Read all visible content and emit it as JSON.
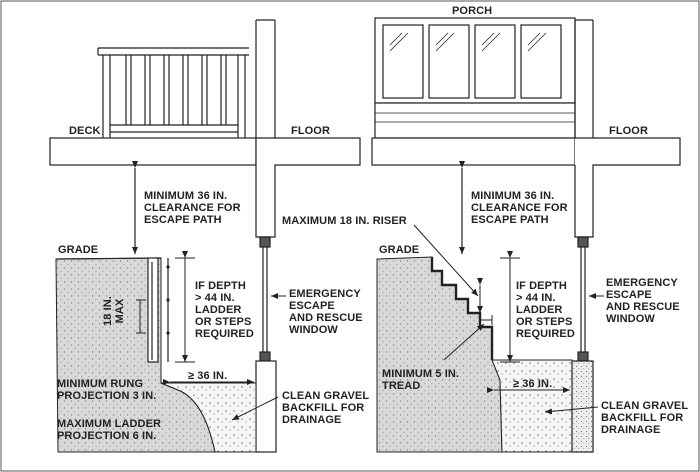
{
  "labels": {
    "porch": "PORCH",
    "deck": "DECK",
    "floor_left": "FLOOR",
    "floor_right": "FLOOR",
    "clearance_left": "MINIMUM 36 IN.\nCLEARANCE FOR\nESCAPE PATH",
    "clearance_right": "MINIMUM 36 IN.\nCLEARANCE FOR\nESCAPE PATH",
    "max_riser": "MAXIMUM 18 IN. RISER",
    "grade_left": "GRADE",
    "grade_right": "GRADE",
    "depth_left": "IF DEPTH\n> 44 IN.\nLADDER\nOR STEPS\nREQUIRED",
    "depth_right": "IF DEPTH\n> 44 IN.\nLADDER\nOR STEPS\nREQUIRED",
    "window_left": "EMERGENCY\nESCAPE\nAND RESCUE\nWINDOW",
    "window_right": "EMERGENCY\nESCAPE\nAND RESCUE\nWINDOW",
    "rung_spacing": "18 IN.\nMAX",
    "width_left": "≥ 36 IN.",
    "width_right": "≥ 36 IN.",
    "rung_projection": "MINIMUM RUNG\nPROJECTION 3 IN.",
    "ladder_projection": "MAXIMUM LADDER\nPROJECTION 6 IN.",
    "tread": "MINIMUM 5 IN.\nTREAD",
    "gravel_left": "CLEAN GRAVEL\nBACKFILL FOR\nDRAINAGE",
    "gravel_right": "CLEAN GRAVEL\nBACKFILL FOR\nDRAINAGE"
  },
  "colors": {
    "line": "#222222",
    "soil": "#d9d9d9",
    "gravel": "#f4f4f4"
  }
}
